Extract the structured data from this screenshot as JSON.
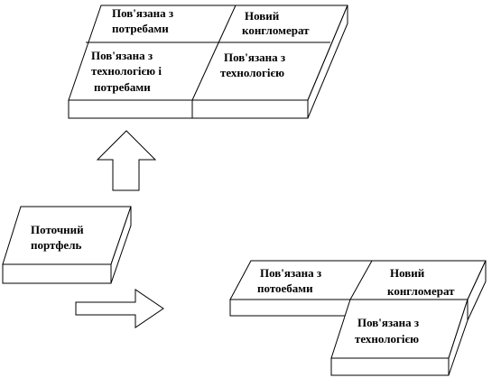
{
  "top_block": {
    "cell_tl": [
      "Пов'язана з",
      "потребами"
    ],
    "cell_tr": [
      "Новий",
      "конгломерат"
    ],
    "cell_bl": [
      "Пов'язана з",
      "технологією і",
      "потребами"
    ],
    "cell_br": [
      "Пов'язана з",
      "технологією"
    ]
  },
  "current_block": {
    "label": [
      "Поточний",
      "портфель"
    ]
  },
  "bottom_block": {
    "cell_tl": [
      "Пов'язана з",
      "потоебами"
    ],
    "cell_tr": [
      "Новий",
      "конгломерат"
    ],
    "cell_b": [
      "Пов'язана з",
      "технологією"
    ]
  }
}
